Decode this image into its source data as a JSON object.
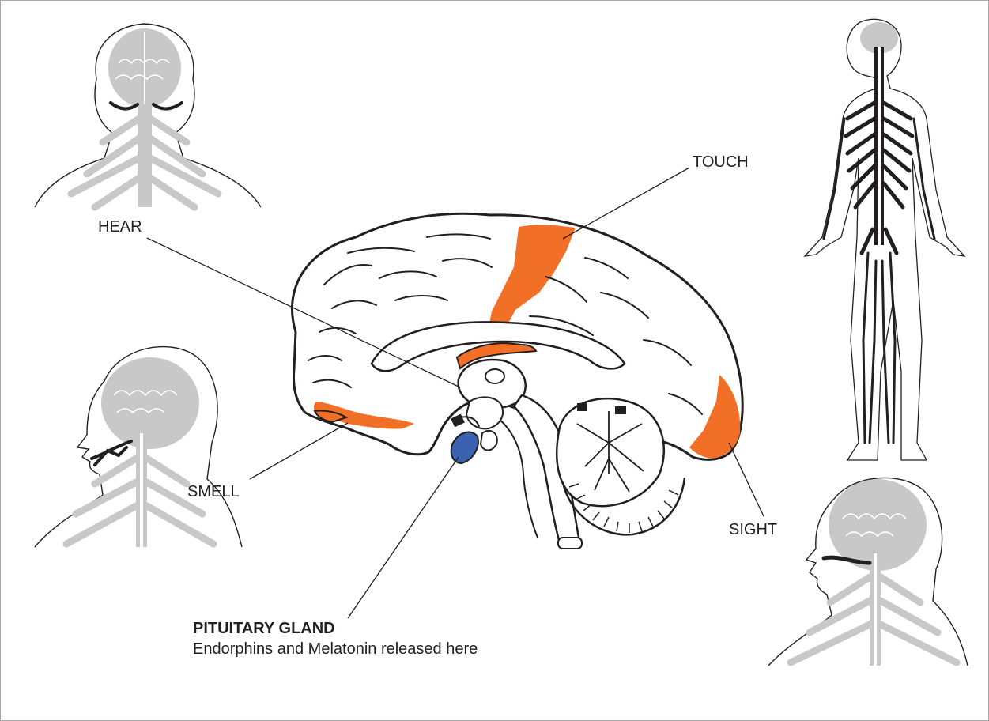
{
  "labels": {
    "touch": "TOUCH",
    "hear": "HEAR",
    "smell": "SMELL",
    "sight": "SIGHT",
    "pituitary_title": "PITUITARY GLAND",
    "pituitary_caption": "Endorphins and Melatonin released here"
  },
  "colors": {
    "sense_region": "#f26f28",
    "pituitary": "#3b62b0",
    "outline": "#231f20",
    "nerve_gray": "#c8c8c8"
  }
}
